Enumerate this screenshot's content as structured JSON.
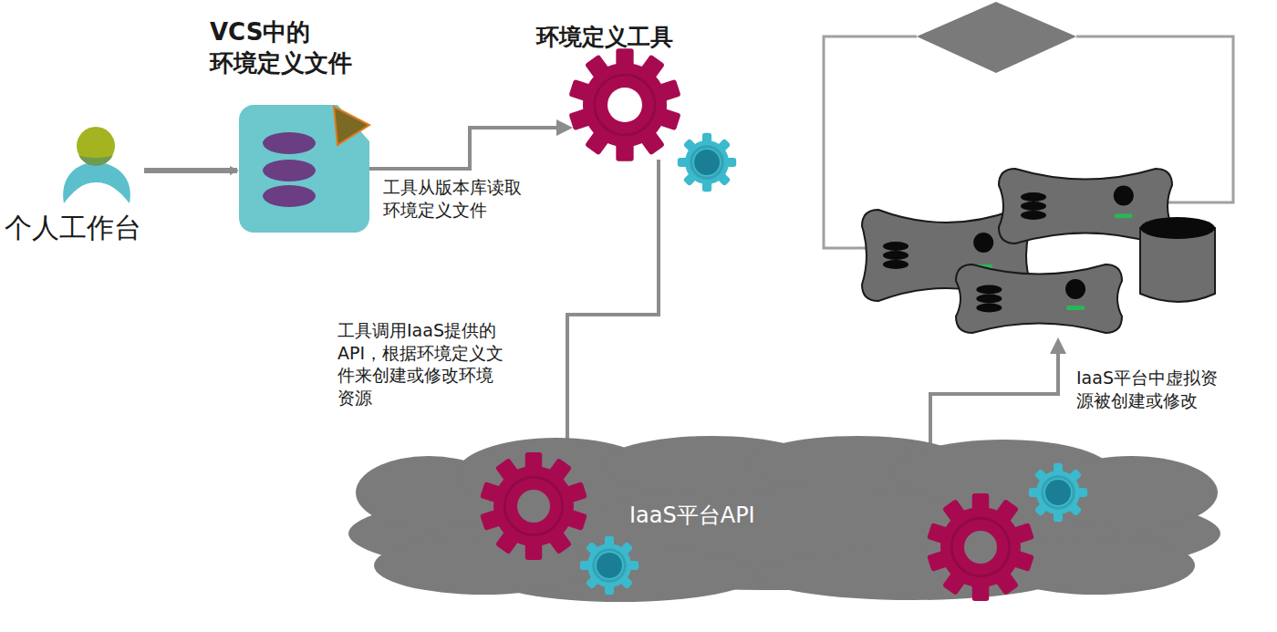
{
  "diagram": {
    "nodes": [
      {
        "text": [
          "个人工作台"
        ]
      },
      {
        "text": [
          "VCS中的 环境定义文件"
        ]
      },
      {
        "text": [
          "环境定义工具"
        ]
      },
      {
        "text": [
          "IaaS平台API"
        ]
      },
      {
        "text": []
      }
    ],
    "edges": [
      {
        "from": 0,
        "to": 1,
        "arrow": "to"
      },
      {
        "from": 1,
        "to": 2,
        "label": "工具从版本库读取 环境定义文件",
        "arrow": "to"
      },
      {
        "from": 2,
        "to": 3,
        "label": "工具调用IaaS提供的 API，根据环境定义文 件来创建或修改环境 资源",
        "arrow": "none"
      },
      {
        "from": 3,
        "to": 4,
        "label": "IaaS平台中虚拟资 源被创建或修改",
        "arrow": "to"
      }
    ]
  }
}
